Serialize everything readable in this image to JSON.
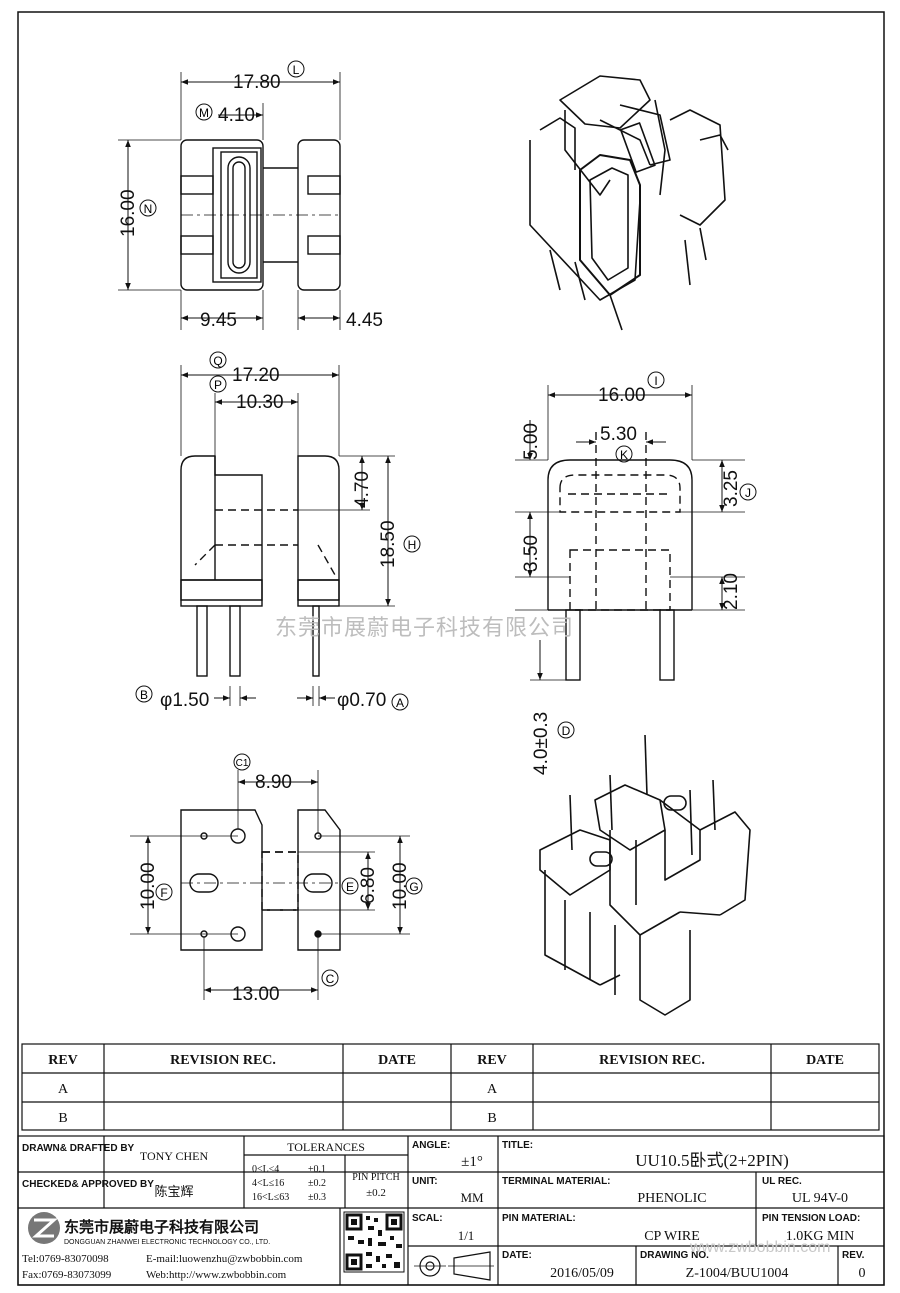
{
  "dimensions": {
    "top_view": {
      "width": "17.80",
      "width_tag": "L",
      "slot": "4.10",
      "slot_tag": "M",
      "height": "16.00",
      "height_tag": "N",
      "left_offset": "9.45",
      "right_offset": "4.45"
    },
    "side_view": {
      "width": "17.20",
      "width_tag": "Q",
      "inner": "10.30",
      "inner_tag": "P",
      "flange": "4.70",
      "total_height": "18.50",
      "height_tag": "H",
      "pin_dia_large": "φ1.50",
      "pin_large_tag": "B",
      "pin_dia_small": "φ0.70",
      "pin_small_tag": "A"
    },
    "front_view": {
      "width": "16.00",
      "width_tag": "I",
      "window": "5.30",
      "window_tag": "K",
      "top": "5.00",
      "right_top": "3.25",
      "right_top_tag": "J",
      "mid": "3.50",
      "right_bottom": "2.10",
      "pin_length": "4.0±0.3",
      "pin_length_tag": "D"
    },
    "bottom_view": {
      "pitch": "8.90",
      "pitch_tag": "C1",
      "left_height": "10.00",
      "left_tag": "F",
      "inner": "6.80",
      "inner_tag": "E",
      "right_height": "10.00",
      "right_tag": "G",
      "width": "13.00",
      "width_tag": "C"
    }
  },
  "watermark": "东莞市展蔚电子科技有限公司",
  "watermark_url": "www.zwbobbin.com",
  "revision_table": {
    "headers": [
      "REV",
      "REVISION REC.",
      "DATE",
      "REV",
      "REVISION REC.",
      "DATE"
    ],
    "rows": [
      [
        "A",
        "",
        "",
        "A",
        "",
        ""
      ],
      [
        "B",
        "",
        "",
        "B",
        "",
        ""
      ]
    ]
  },
  "title_block": {
    "drawn_label": "DRAWN& DRAFTED BY",
    "drawn_value": "TONY CHEN",
    "checked_label": "CHECKED& APPROVED BY",
    "checked_value": "陈宝辉",
    "tolerances_label": "TOLERANCES",
    "tol_rows": [
      [
        "0<L≤4",
        "±0.1"
      ],
      [
        "4<L≤16",
        "±0.2"
      ],
      [
        "16<L≤63",
        "±0.3"
      ]
    ],
    "pin_pitch_label": "PIN PITCH",
    "pin_pitch_value": "±0.2",
    "angle_label": "ANGLE:",
    "angle_value": "±1°",
    "unit_label": "UNIT:",
    "unit_value": "MM",
    "scale_label": "SCAL:",
    "scale_value": "1/1",
    "title_label": "TITLE:",
    "title_value": "UU10.5卧式(2+2PIN)",
    "terminal_label": "TERMINAL MATERIAL:",
    "terminal_value": "PHENOLIC",
    "ul_label": "UL REC.",
    "ul_value": "UL 94V-0",
    "pin_material_label": "PIN MATERIAL:",
    "pin_material_value": "CP WIRE",
    "tension_label": "PIN TENSION LOAD:",
    "tension_value": "1.0KG MIN",
    "date_label": "DATE:",
    "date_value": "2016/05/09",
    "drawing_label": "DRAWING NO.",
    "drawing_value": "Z-1004/BUU1004",
    "rev_label": "REV.",
    "rev_value": "0",
    "company_cn": "东莞市展蔚电子科技有限公司",
    "company_en": "DONGGUAN ZHANWEI ELECTRONIC TECHNOLOGY CO., LTD.",
    "tel": "Tel:0769-83070098",
    "email": "E-mail:luowenzhu@zwbobbin.com",
    "fax": "Fax:0769-83073099",
    "web": "Web:http://www.zwbobbin.com"
  }
}
